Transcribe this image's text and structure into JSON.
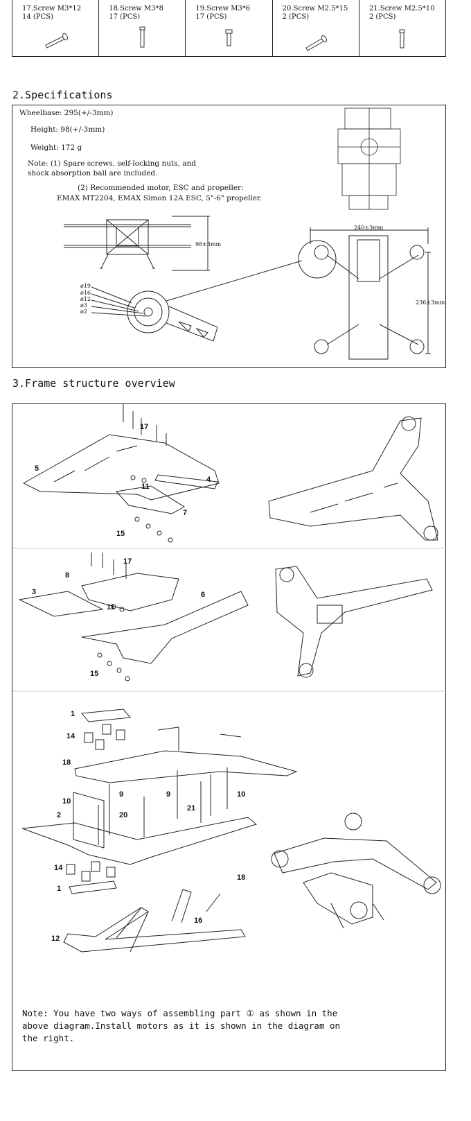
{
  "parts": [
    {
      "name": "17.Screw M3*12",
      "qty": "14 (PCS)"
    },
    {
      "name": "18.Screw M3*8",
      "qty": "17 (PCS)"
    },
    {
      "name": "19.Screw M3*6",
      "qty": "17 (PCS)"
    },
    {
      "name": "20.Screw M2.5*15",
      "qty": "2 (PCS)"
    },
    {
      "name": "21.Screw M2.5*10",
      "qty": "2 (PCS)"
    }
  ],
  "specifications": {
    "heading": "2.Specifications",
    "wheelbase": "Wheelbase: 295(+/-3mm)",
    "height": "Height:  98(+/-3mm)",
    "weight": "Weight: 172 g",
    "note1": "Note:   (1) Spare screws, self-locking nuts, and",
    "note1b": "shock absorption ball are included.",
    "note2": "(2) Recommended motor, ESC and propeller:",
    "note2b": "EMAX MT2204, EMAX Simon 12A ESC, 5\"-6\" propeller.",
    "dim_height": "98±3mm",
    "dim_width": "240±3mm",
    "dim_length": "236±3mm",
    "holes": [
      "ø19",
      "ø16",
      "ø12",
      "ø3",
      "ø2"
    ]
  },
  "structure": {
    "heading": "3.Frame structure overview",
    "labels": {
      "l1": "1",
      "l2": "2",
      "l3": "3",
      "l4": "4",
      "l5": "5",
      "l6": "6",
      "l7": "7",
      "l8": "8",
      "l9": "9",
      "l10": "10",
      "l11": "11",
      "l12": "12",
      "l14": "14",
      "l15": "15",
      "l16": "16",
      "l17": "17",
      "l18": "18",
      "l20": "20",
      "l21": "21"
    },
    "note_line1": "Note: You have two ways of assembling part ① as shown in the",
    "note_line2": "above diagram.Install motors as it is shown in the diagram on",
    "note_line3": "the right."
  }
}
